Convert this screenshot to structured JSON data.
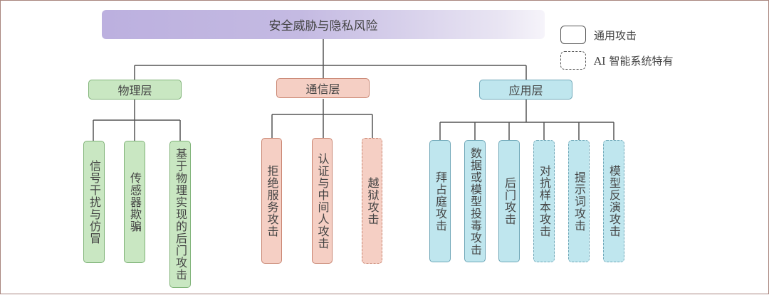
{
  "title": "安全威胁与隐私风险",
  "legend": [
    {
      "label": "通用攻击",
      "style": "solid"
    },
    {
      "label": "AI 智能系统特有",
      "style": "dashed"
    }
  ],
  "layers": [
    {
      "label": "物理层",
      "color": "#c9e7c2",
      "children": [
        {
          "label": "信号干扰与仿冒",
          "style": "solid"
        },
        {
          "label": "传感器欺骗",
          "style": "solid"
        },
        {
          "label": "基于物理实现的后门攻击",
          "style": "solid"
        }
      ]
    },
    {
      "label": "通信层",
      "color": "#f5cfc4",
      "children": [
        {
          "label": "拒绝服务攻击",
          "style": "solid"
        },
        {
          "label": "认证与中间人攻击",
          "style": "solid"
        },
        {
          "label": "越狱攻击",
          "style": "dashed"
        }
      ]
    },
    {
      "label": "应用层",
      "color": "#bfe6ee",
      "children": [
        {
          "label": "拜占庭攻击",
          "style": "solid"
        },
        {
          "label": "数据或模型投毒攻击",
          "style": "solid"
        },
        {
          "label": "后门攻击",
          "style": "solid"
        },
        {
          "label": "对抗样本攻击",
          "style": "dashed"
        },
        {
          "label": "提示词攻击",
          "style": "dashed"
        },
        {
          "label": "模型反演攻击",
          "style": "dashed"
        }
      ]
    }
  ]
}
